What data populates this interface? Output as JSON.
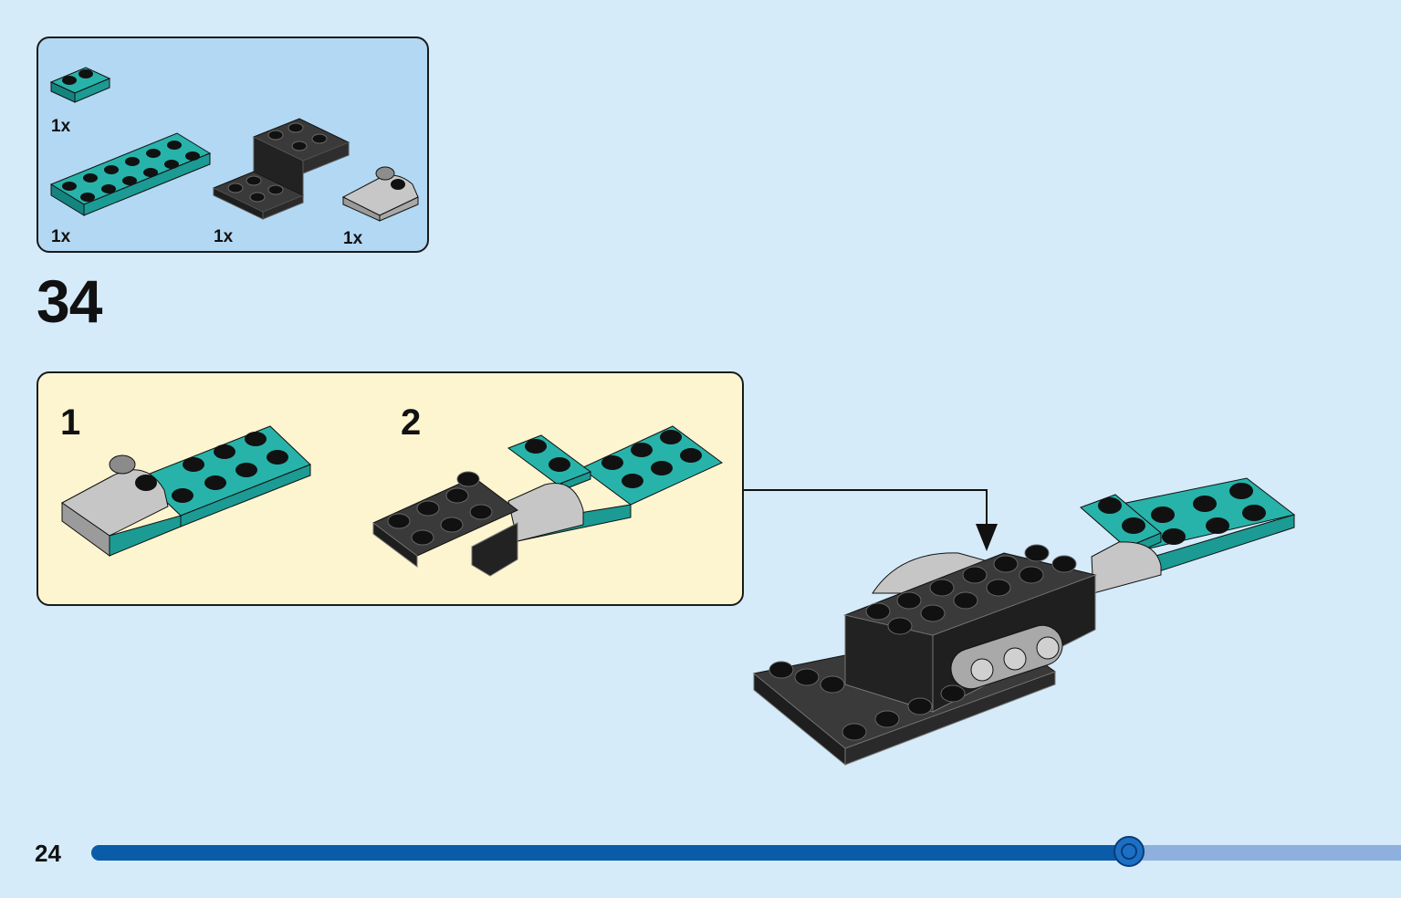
{
  "parts_list": {
    "items": [
      {
        "name": "teal-plate-1x2",
        "quantity": "1x"
      },
      {
        "name": "teal-plate-2x6",
        "quantity": "1x"
      },
      {
        "name": "black-bracket",
        "quantity": "1x"
      },
      {
        "name": "gray-slope",
        "quantity": "1x"
      }
    ]
  },
  "step": {
    "number": "34"
  },
  "substeps": {
    "first": "1",
    "second": "2"
  },
  "footer": {
    "page_number": "24",
    "progress": 0.794
  },
  "colors": {
    "background": "#d5ebf9",
    "parts_box": "#b3d8f3",
    "substep_box": "#fdf5d0",
    "teal": "#1f9e96",
    "black": "#2c2c2c",
    "gray": "#b9b9b9",
    "progress_done": "#0a5ca8",
    "progress_remaining": "#8eb0dc"
  }
}
